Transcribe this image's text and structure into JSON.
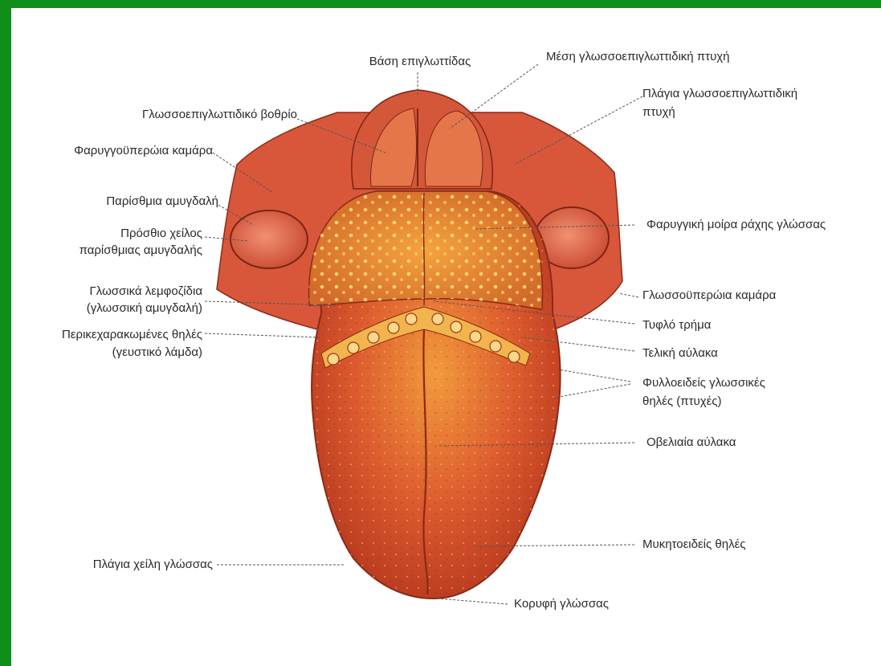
{
  "labels": {
    "epiglottis_base": "Βάση επιγλωττίδας",
    "median_fold": "Μέση γλωσσοεπιγλωττιδική πτυχή",
    "lateral_fold_line1": "Πλάγια γλωσσοεπιγλωττιδική",
    "lateral_fold_line2": "πτυχή",
    "vallecula": "Γλωσσοεπιγλωττιδικό βοθρίο",
    "palatopharyngeal_arch": "Φαρυγγοϋπερώια καμάρα",
    "palatine_tonsil": "Παρίσθμια αμυγδαλή",
    "anterior_lip_line1": "Πρόσθιο χείλος",
    "anterior_lip_line2": "παρίσθμιας αμυγδαλής",
    "pharyngeal_part": "Φαρυγγική μοίρα ράχης γλώσσας",
    "lingual_follicles_line1": "Γλωσσικά λεμφοζίδια",
    "lingual_follicles_line2": "(γλωσσική αμυγδαλή)",
    "palatoglossal_arch": "Γλωσσοϋπερώια καμάρα",
    "foramen_caecum": "Τυφλό τρήμα",
    "vallate_line1": "Περικεχαρακωμένες θηλές",
    "vallate_line2": "(γευστικό λάμδα)",
    "terminal_sulcus": "Τελική αύλακα",
    "foliate_line1": "Φυλλοειδείς γλωσσικές",
    "foliate_line2": "θηλές (πτυχές)",
    "median_sulcus": "Οβελιαία αύλακα",
    "fungiform": "Μυκητοειδείς θηλές",
    "lateral_margin": "Πλάγια χείλη γλώσσας",
    "apex": "Κορυφή γλώσσας"
  },
  "colors": {
    "frame": "#0f8f1a",
    "tongue_body": "#d9512f",
    "tongue_dark": "#b83a22",
    "tongue_light": "#f08a3a",
    "tonsil": "#e06a4a"
  }
}
